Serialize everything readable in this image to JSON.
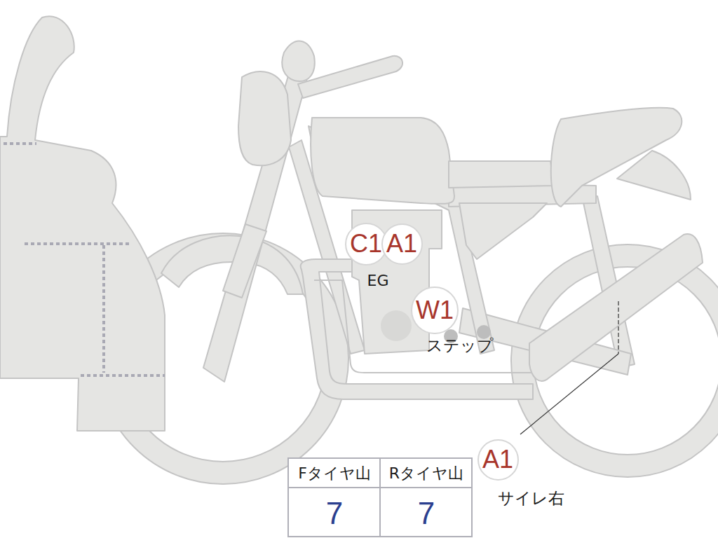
{
  "diagram": {
    "nodes": [
      {
        "text": [
          "C1"
        ]
      },
      {
        "text": [
          "A1"
        ]
      },
      {
        "text": [
          "W1"
        ]
      },
      {
        "text": [
          "A1"
        ]
      }
    ],
    "labels": [
      "EG",
      "ステップ",
      "サイレ右",
      "Fタイヤ山",
      "Rタイヤ山",
      "7",
      "7"
    ]
  }
}
